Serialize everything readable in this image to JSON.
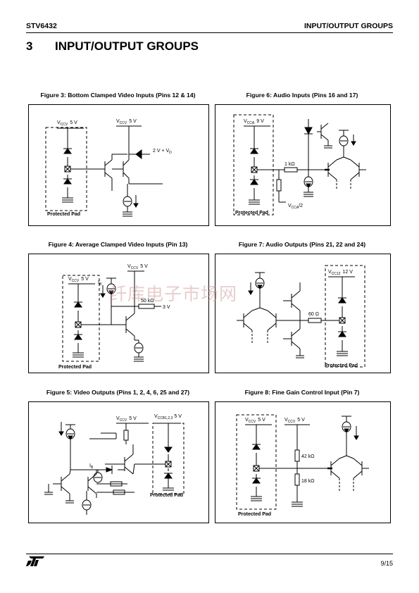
{
  "header": {
    "part": "STV6432",
    "section": "INPUT/OUTPUT GROUPS"
  },
  "section": {
    "number": "3",
    "title": "INPUT/OUTPUT GROUPS"
  },
  "figures": {
    "f3": {
      "caption": "Figure 3: Bottom Clamped Video Inputs (Pins 12 & 14)"
    },
    "f6": {
      "caption": "Figure 6: Audio Inputs (Pins 16 and 17)"
    },
    "f4": {
      "caption": "Figure 4: Average Clamped Video Inputs (Pin 13)"
    },
    "f7": {
      "caption": "Figure 7: Audio Outputs (Pins 21, 22 and 24)"
    },
    "f5": {
      "caption": "Figure 5: Video Outputs (Pins 1, 2, 4, 6, 25 and 27)"
    },
    "f8": {
      "caption": "Figure 8: Fine Gain Control Input (Pin 7)"
    }
  },
  "labels": {
    "vccv": "V",
    "sub_ccv": "CCV",
    "sub_cca": "CCA",
    "sub_cc12": "CC12",
    "sub_ccb": "CCB1,2,3",
    "five_v": "5 V",
    "nine_v": "9 V",
    "twelve_v": "12 V",
    "protected_pad": "Protected Pad",
    "two_v_vd": "2 V + V",
    "sub_d": "D",
    "one_k": "1 kΩ",
    "vcca_half": "/2",
    "fifty_k": "50 kΩ",
    "three_v": "3 V",
    "ib": "I",
    "sub_b": "B",
    "sixty_ohm": "60 Ω",
    "r42k": "42 kΩ",
    "r18k": "18 kΩ"
  },
  "footer": {
    "page": "9/15",
    "logo": "ST"
  },
  "watermark": "纤库电子市场网"
}
